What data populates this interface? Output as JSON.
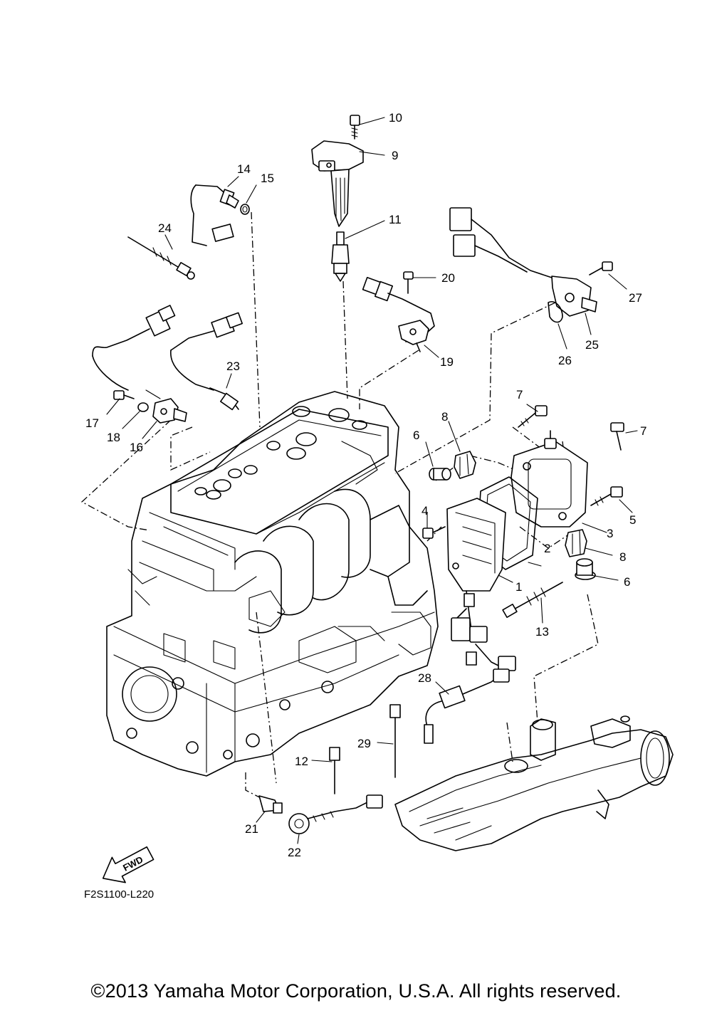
{
  "diagram_code": "F2S1100-L220",
  "fwd_label": "FWD",
  "copyright": "©2013 Yamaha Motor Corporation, U.S.A. All rights reserved.",
  "callouts": {
    "c1": "1",
    "c2": "2",
    "c3": "3",
    "c4": "4",
    "c5": "5",
    "c6a": "6",
    "c6b": "6",
    "c7a": "7",
    "c7b": "7",
    "c8a": "8",
    "c8b": "8",
    "c9": "9",
    "c10": "10",
    "c11": "11",
    "c12": "12",
    "c13": "13",
    "c14": "14",
    "c15": "15",
    "c16": "16",
    "c17": "17",
    "c18": "18",
    "c19": "19",
    "c20": "20",
    "c21": "21",
    "c22": "22",
    "c23": "23",
    "c24": "24",
    "c25": "25",
    "c26": "26",
    "c27": "27",
    "c28": "28",
    "c29": "29"
  }
}
